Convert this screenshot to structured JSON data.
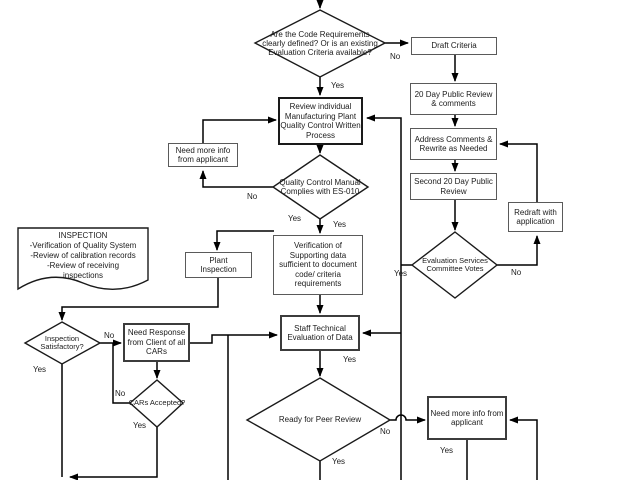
{
  "canvas": {
    "background": "#ffffff",
    "line_color": "#000000",
    "text_color": "#1c1c1c"
  },
  "nodes": {
    "code_requirements": "Are the Code Requirements clearly defined? Or is an existing Evaluation Criteria available?",
    "draft_criteria": "Draft Criteria",
    "public_review_20": "20 Day Public Review & comments",
    "address_comments": "Address Comments & Rewrite as Needed",
    "second_review": "Second 20 Day Public Review",
    "redraft": "Redraft with application",
    "esc_votes": "Evaluation Services Committee Votes",
    "review_individual": "Review individual Manufacturing Plant Quality Control Written Process",
    "need_more_info_top": "Need more info from applicant",
    "qc_manual": "Quality Control Manual Complies with ES-010",
    "plant_inspection": "Plant Inspection",
    "verification": "Verification of Supporting data sufficient to document code/ criteria requirements",
    "staff_tech": "Staff Technical Evaluation of Data",
    "inspection_satisfactory": "Inspection Satisfactory?",
    "need_response": "Need Response from Client of all CARs",
    "cars_accepted": "CARs Accepted?",
    "ready_peer": "Ready for Peer Review",
    "need_more_info_bottom": "Need more info from applicant",
    "inspection_doc": {
      "title": "INSPECTION",
      "lines": [
        "-Verification of Quality System",
        "-Review of calibration records",
        "-Review of receiving",
        "inspections"
      ]
    }
  },
  "edge_labels": {
    "code_req_no": "No",
    "code_req_yes": "Yes",
    "qc_no": "No",
    "qc_yes_left": "Yes",
    "qc_yes_right": "Yes",
    "esc_yes": "Yes",
    "esc_no": "No",
    "staff_yes": "Yes",
    "ready_no": "No",
    "ready_yes": "Yes",
    "inspection_yes": "Yes",
    "inspection_no": "No",
    "cars_no": "No",
    "cars_yes": "Yes",
    "need_more_yes": "Yes"
  }
}
